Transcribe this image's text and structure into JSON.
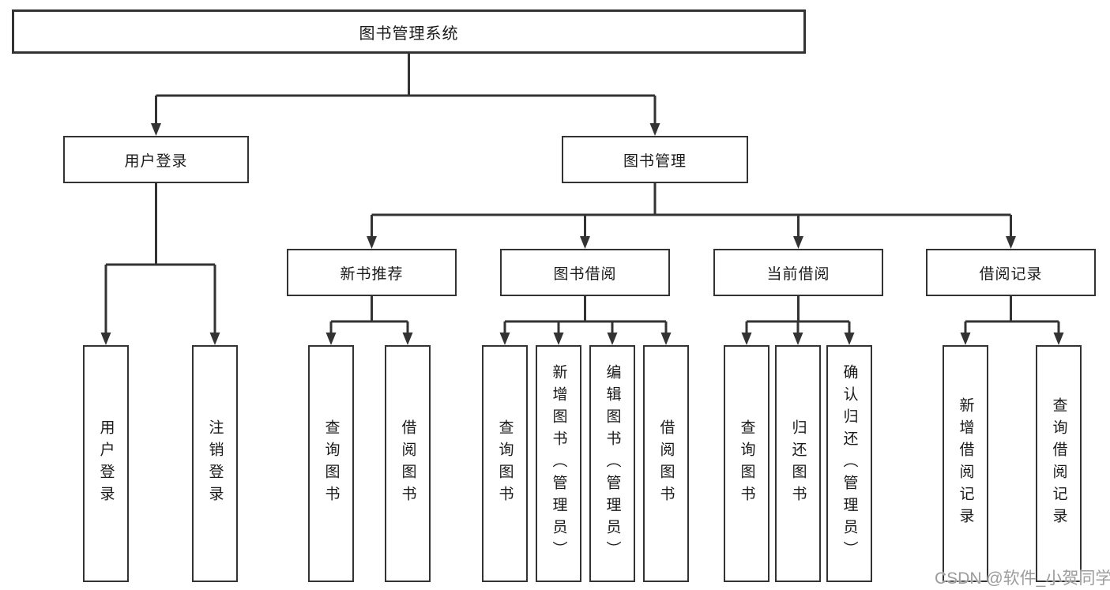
{
  "diagram": {
    "root": {
      "label": "图书管理系统"
    },
    "branches": [
      {
        "label": "用户登录",
        "children": [
          {
            "label": "用户登录"
          },
          {
            "label": "注销登录"
          }
        ]
      },
      {
        "label": "图书管理",
        "children": [
          {
            "label": "新书推荐",
            "children": [
              {
                "label": "查询图书"
              },
              {
                "label": "借阅图书"
              }
            ]
          },
          {
            "label": "图书借阅",
            "children": [
              {
                "label": "查询图书"
              },
              {
                "label": "新增图书（管理员）"
              },
              {
                "label": "编辑图书（管理员）"
              },
              {
                "label": "借阅图书"
              }
            ]
          },
          {
            "label": "当前借阅",
            "children": [
              {
                "label": "查询图书"
              },
              {
                "label": "归还图书"
              },
              {
                "label": "确认归还（管理员）"
              }
            ]
          },
          {
            "label": "借阅记录",
            "children": [
              {
                "label": "新增借阅记录"
              },
              {
                "label": "查询借阅记录"
              }
            ]
          }
        ]
      }
    ],
    "line_color": "#333333"
  },
  "watermark": {
    "text": "CSDN @软件_小贺同学",
    "color": "#9c9c9c"
  }
}
